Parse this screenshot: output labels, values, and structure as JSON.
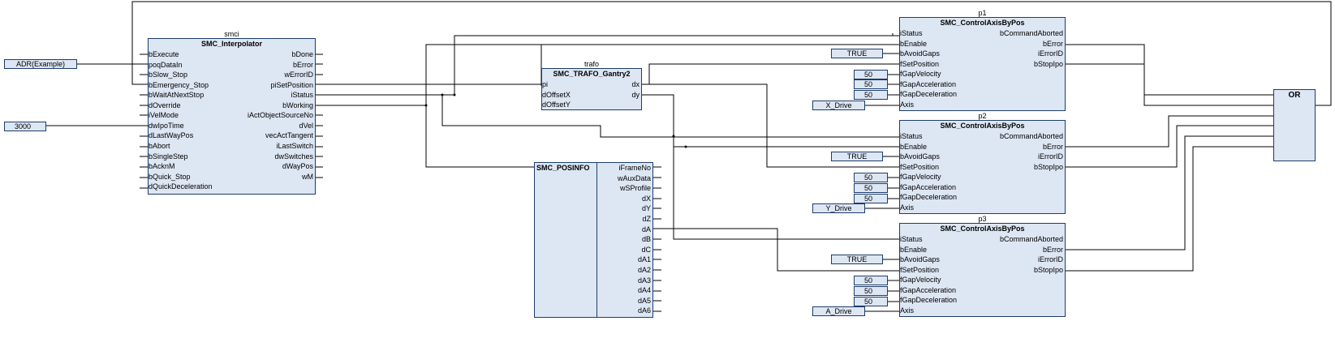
{
  "smci": {
    "instance": "smci",
    "type": "SMC_Interpolator",
    "inputs": [
      "bExecute",
      "poqDataIn",
      "bSlow_Stop",
      "bEmergency_Stop",
      "bWaitAtNextStop",
      "dOverride",
      "iVelMode",
      "dwIpoTime",
      "dLastWayPos",
      "bAbort",
      "bSingleStep",
      "bAcknM",
      "bQuick_Stop",
      "dQuickDeceleration"
    ],
    "outputs": [
      "bDone",
      "bError",
      "wErrorID",
      "piSetPosition",
      "iStatus",
      "bWorking",
      "iActObjectSourceNo",
      "dVel",
      "vecActTangent",
      "iLastSwitch",
      "dwSwitches",
      "dWayPos",
      "wM"
    ]
  },
  "constants": {
    "adr": "ADR(Example)",
    "ipo_time": "3000"
  },
  "trafo": {
    "instance": "trafo",
    "type": "SMC_TRAFO_Gantry2",
    "inputs": [
      "pi",
      "dOffsetX",
      "dOffsetY"
    ],
    "outputs": [
      "dx",
      "dy"
    ]
  },
  "posinfo": {
    "type": "SMC_POSINFO",
    "outputs": [
      "iFrameNo",
      "wAuxData",
      "wSProfile",
      "dX",
      "dY",
      "dZ",
      "dA",
      "dB",
      "dC",
      "dA1",
      "dA2",
      "dA3",
      "dA4",
      "dA5",
      "dA6"
    ]
  },
  "ctrl_type": "SMC_ControlAxisByPos",
  "ctrl_inputs": [
    "iStatus",
    "bEnable",
    "bAvoidGaps",
    "fSetPosition",
    "fGapVelocity",
    "fGapAcceleration",
    "fGapDeceleration",
    "Axis"
  ],
  "ctrl_outputs": [
    "bCommandAborted",
    "bError",
    "iErrorID",
    "bStopIpo"
  ],
  "p1": {
    "instance": "p1",
    "avoid_gaps": "TRUE",
    "gap_velocity": "50",
    "gap_acceleration": "50",
    "gap_deceleration": "50",
    "axis": "X_Drive"
  },
  "p2": {
    "instance": "p2",
    "avoid_gaps": "TRUE",
    "gap_velocity": "50",
    "gap_acceleration": "50",
    "gap_deceleration": "50",
    "axis": "Y_Drive"
  },
  "p3": {
    "instance": "p3",
    "avoid_gaps": "TRUE",
    "gap_velocity": "50",
    "gap_acceleration": "50",
    "gap_deceleration": "50",
    "axis": "A_Drive"
  },
  "or_block": {
    "type": "OR"
  }
}
